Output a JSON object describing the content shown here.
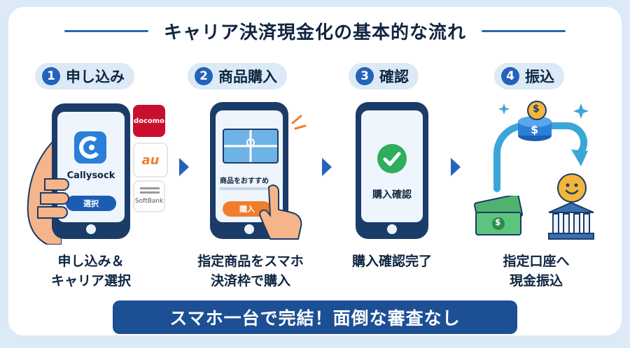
{
  "title": "キャリア決済現金化の基本的な流れ",
  "steps": [
    {
      "number": "1",
      "name": "申し込み",
      "caption_line1": "申し込み＆",
      "caption_line2": "キャリア選択"
    },
    {
      "number": "2",
      "name": "商品購入",
      "caption_line1": "指定商品をスマホ",
      "caption_line2": "決済枠で購入"
    },
    {
      "number": "3",
      "name": "確認",
      "caption_line1": "購入確認完了",
      "caption_line2": ""
    },
    {
      "number": "4",
      "name": "振込",
      "caption_line1": "指定口座へ",
      "caption_line2": "現金振込"
    }
  ],
  "phone1": {
    "app_name": "Callysock",
    "button_label": "選択"
  },
  "carriers": [
    "docomo",
    "au",
    "SoftBank"
  ],
  "phone2": {
    "product_label": "商品をおすすめ",
    "buy_button": "購入"
  },
  "phone3": {
    "status_text": "購入確認"
  },
  "money": {
    "currency_symbol": "$"
  },
  "banner": "スマホ一台で完結！面倒な審査なし",
  "colors": {
    "accent": "#2463b8",
    "navy": "#1c4f94",
    "orange": "#f07d2c",
    "green": "#2eae5c",
    "gold": "#f4b63a",
    "docomo_red": "#c8102e"
  }
}
